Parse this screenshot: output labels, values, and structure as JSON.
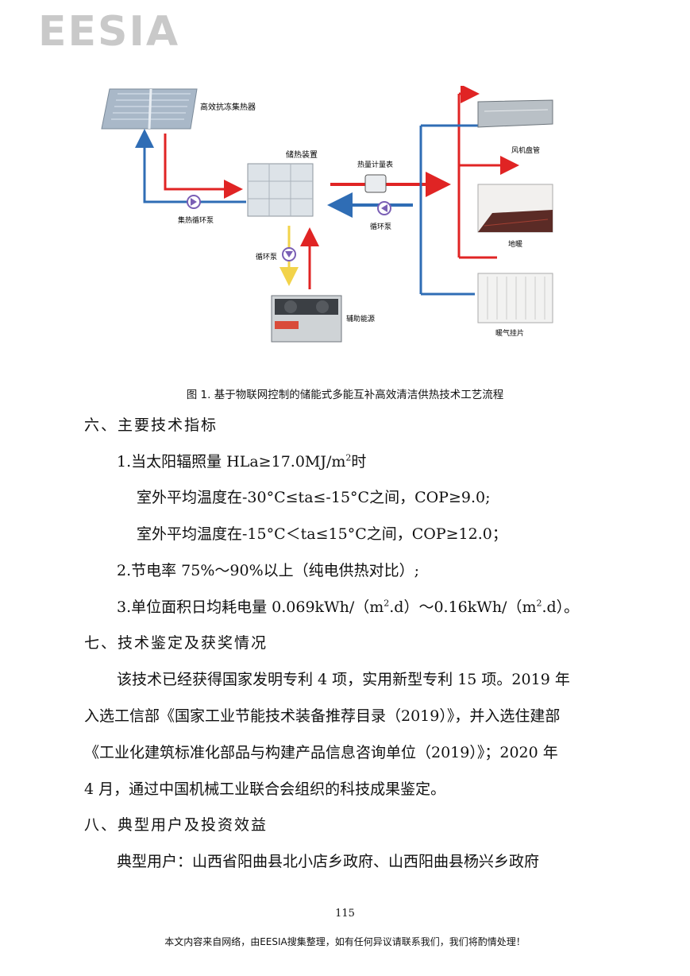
{
  "header": {
    "logo": "EESIA"
  },
  "diagram": {
    "labels": {
      "collector": "高效抗冻集热器",
      "storage": "储热装置",
      "collector_pump": "集热循环泵",
      "meter": "热量计量表",
      "circ_pump_right": "循环泵",
      "circ_pump_down": "循环泵",
      "aux_energy": "辅助能源",
      "fan_coil": "风机盘管",
      "floor_heating": "地暖",
      "radiator": "暖气挂片"
    },
    "colors": {
      "hot": "#e02424",
      "cold": "#2f6db5",
      "aux": "#f2d34a",
      "pump": "#7a5fb5"
    }
  },
  "figure_caption": "图 1. 基于物联网控制的储能式多能互补高效清洁供热技术工艺流程",
  "section6": {
    "heading": "六、主要技术指标",
    "item1": {
      "pre": "1.当太阳辐照量 HLa≥17.0MJ/m",
      "sup": "2",
      "post": "时"
    },
    "item1a": "室外平均温度在-30°C≤ta≤-15°C之间，COP≥9.0;",
    "item1b": "室外平均温度在-15°C＜ta≤15°C之间，COP≥12.0；",
    "item2": "2.节电率 75%～90%以上（纯电供热对比）;",
    "item3": {
      "a": "3.单位面积日均耗电量 0.069kWh/（m",
      "sup1": "2",
      "b": ".d）～0.16kWh/（m",
      "sup2": "2",
      "c": ".d）。"
    }
  },
  "section7": {
    "heading": "七、技术鉴定及获奖情况",
    "lines": [
      "该技术已经获得国家发明专利 4 项，实用新型专利 15 项。2019 年",
      "入选工信部《国家工业节能技术装备推荐目录（2019）》，并入选住建部",
      "《工业化建筑标准化部品与构建产品信息咨询单位（2019）》；2020 年",
      "4 月，通过中国机械工业联合会组织的科技成果鉴定。"
    ]
  },
  "section8": {
    "heading": "八、典型用户及投资效益",
    "line1": "典型用户：山西省阳曲县北小店乡政府、山西阳曲县杨兴乡政府"
  },
  "page_number": "115",
  "footer": "本文内容来自网络，由EESIA搜集整理，如有任何异议请联系我们，我们将酌情处理！"
}
